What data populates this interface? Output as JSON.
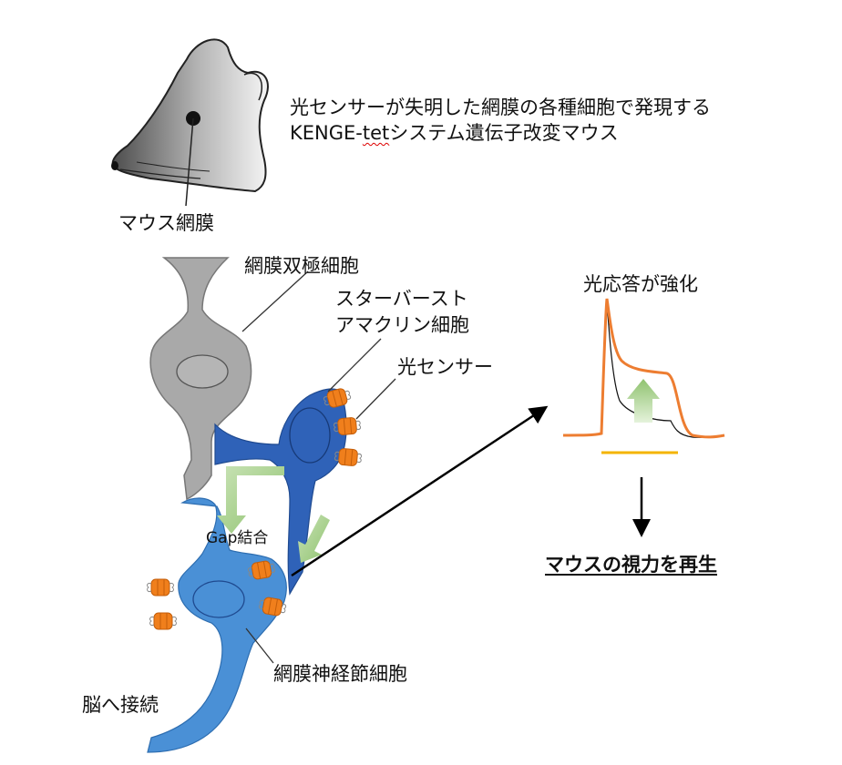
{
  "heading": {
    "line1": "光センサーが失明した網膜の各種細胞で発現する",
    "line2_prefix": "KENGE-",
    "line2_tet": "tet",
    "line2_suffix": "システム遺伝子改変マウス"
  },
  "labels": {
    "mouse_retina": "マウス網膜",
    "bipolar_cell": "網膜双極細胞",
    "starburst_line1": "スターバースト",
    "starburst_line2": "アマクリン細胞",
    "light_sensor": "光センサー",
    "gap_junction": "Gap結合",
    "ganglion_cell": "網膜神経節細胞",
    "to_brain": "脳へ接続",
    "response_enhanced": "光応答が強化",
    "vision_restored": "マウスの視力を再生"
  },
  "colors": {
    "mouse_dark": "#3a3a3a",
    "mouse_light": "#f2f2f2",
    "bipolar_cell": "#a9a9a9",
    "amacrine_cell": "#2f62b8",
    "ganglion_cell": "#4a90d6",
    "sensor": "#f07f1c",
    "gap_arrow": "#a8d08d",
    "response_line": "#ed7d31",
    "baseline": "#f4b400"
  }
}
